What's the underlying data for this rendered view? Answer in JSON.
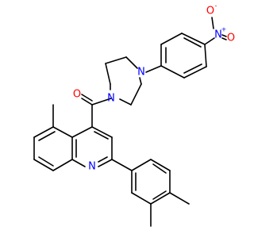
{
  "molecule": {
    "atoms": {
      "carbonyl_oxygen": "O",
      "amide_nitrogen": "N",
      "aryl_nitrogen": "N",
      "quinoline_nitrogen": "N",
      "nitro_nitrogen": "N",
      "nitro_nitrogen_charge": "+",
      "nitro_oxygen_top": "O",
      "nitro_oxygen_top_charge": "-",
      "nitro_oxygen_right": "O"
    },
    "colors": {
      "bond": "#000000",
      "oxygen": "#ff0000",
      "nitrogen": "#0000ff"
    }
  }
}
